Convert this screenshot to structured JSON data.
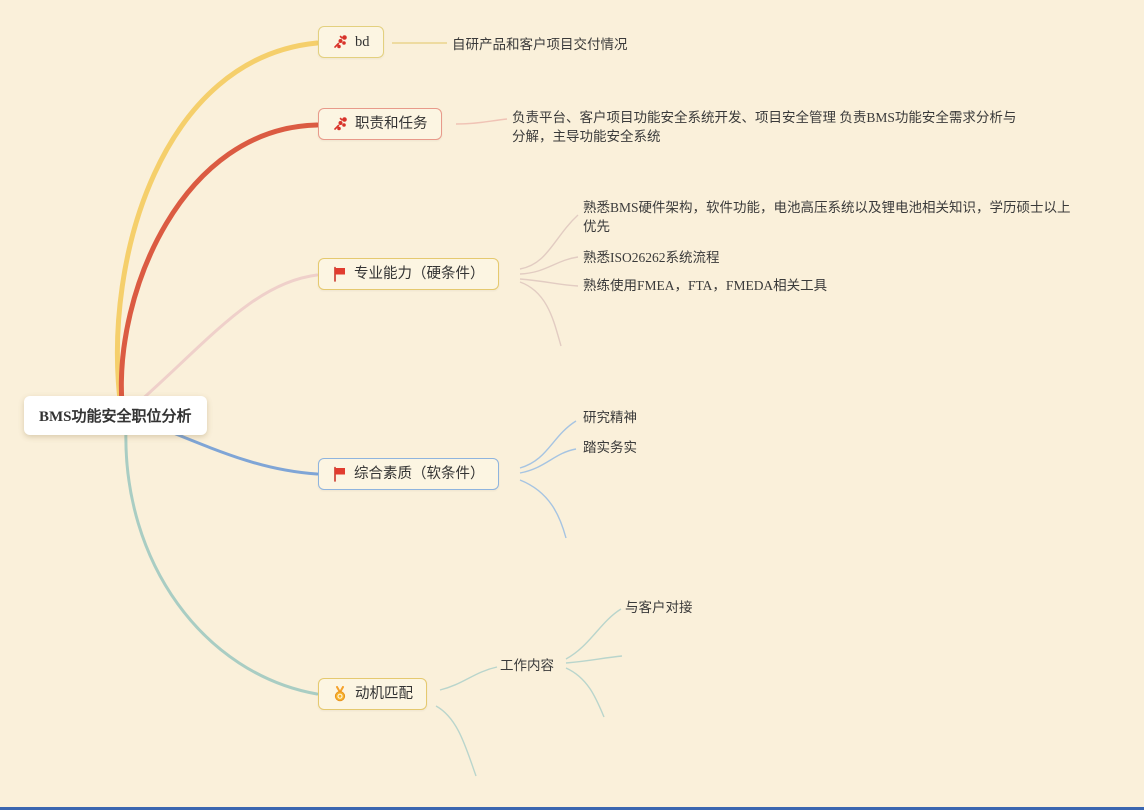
{
  "root": {
    "label": "BMS功能安全职位分析"
  },
  "branches": [
    {
      "label": "bd",
      "icon": "confetti-icon",
      "leaves": [
        "自研产品和客户项目交付情况"
      ]
    },
    {
      "label": "职责和任务",
      "icon": "confetti-icon",
      "leaves": [
        "负责平台、客户项目功能安全系统开发、项目安全管理 负责BMS功能安全需求分析与分解，主导功能安全系统"
      ]
    },
    {
      "label": "专业能力（硬条件）",
      "icon": "flag-icon",
      "leaves": [
        "熟悉BMS硬件架构，软件功能，电池高压系统以及锂电池相关知识，学历硕士以上优先",
        "熟悉ISO26262系统流程",
        "熟练使用FMEA，FTA，FMEDA相关工具"
      ]
    },
    {
      "label": "综合素质（软条件）",
      "icon": "flag-icon",
      "leaves": [
        "研究精神",
        "踏实务实"
      ]
    },
    {
      "label": "动机匹配",
      "icon": "medal-icon",
      "children": [
        {
          "label": "工作内容",
          "leaves": [
            "与客户对接"
          ]
        }
      ]
    }
  ],
  "colors": {
    "background": "#FAF0DA",
    "branch_yellow": "#F5CF6B",
    "branch_red": "#DB5B42",
    "branch_pink": "#EFD0CA",
    "branch_blue": "#7FA5D6",
    "branch_teal": "#A9CDC3",
    "connector_yellow": "#E9D48C",
    "connector_pink": "#E2CCC2",
    "connector_blue": "#A6C4E2",
    "connector_teal": "#B9D5CC",
    "icon_red": "#D8332A",
    "icon_orange": "#F5A12B",
    "text": "#333333"
  }
}
